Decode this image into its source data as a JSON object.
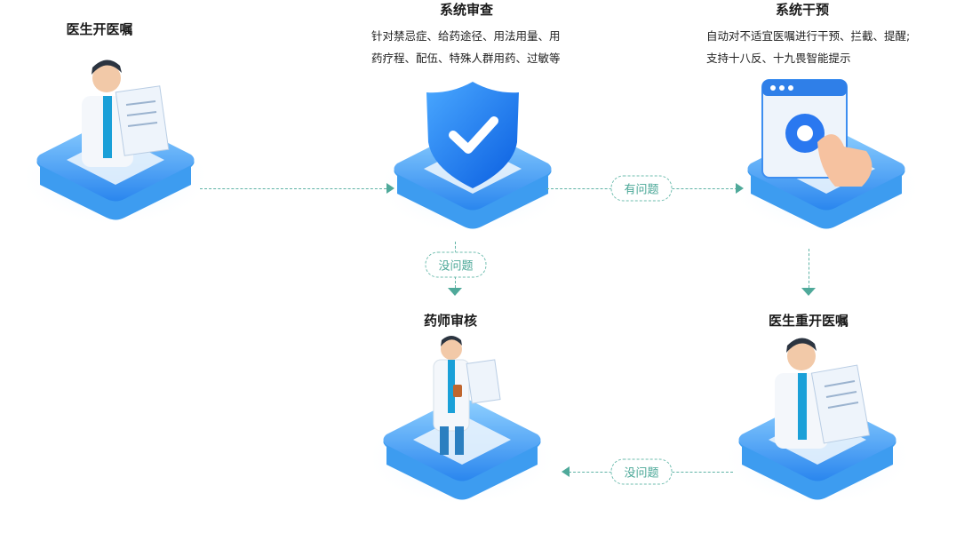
{
  "nodes": {
    "doctor_prescribe": {
      "title": "医生开医嘱"
    },
    "system_review": {
      "title": "系统审查",
      "desc_line1": "针对禁忌症、给药途径、用法用量、用",
      "desc_line2": "药疗程、配伍、特殊人群用药、过敏等"
    },
    "system_intervene": {
      "title": "系统干预",
      "desc_line1": "自动对不适宜医嘱进行干预、拦截、提醒;",
      "desc_line2": "支持十八反、十九畏智能提示"
    },
    "pharmacist_review": {
      "title": "药师审核"
    },
    "doctor_represcribe": {
      "title": "医生重开医嘱"
    }
  },
  "edges": {
    "has_problem": "有问题",
    "no_problem_down": "没问题",
    "no_problem_left": "没问题"
  },
  "colors": {
    "accent": "#4fa99a",
    "platform": "#3d9cf0"
  }
}
